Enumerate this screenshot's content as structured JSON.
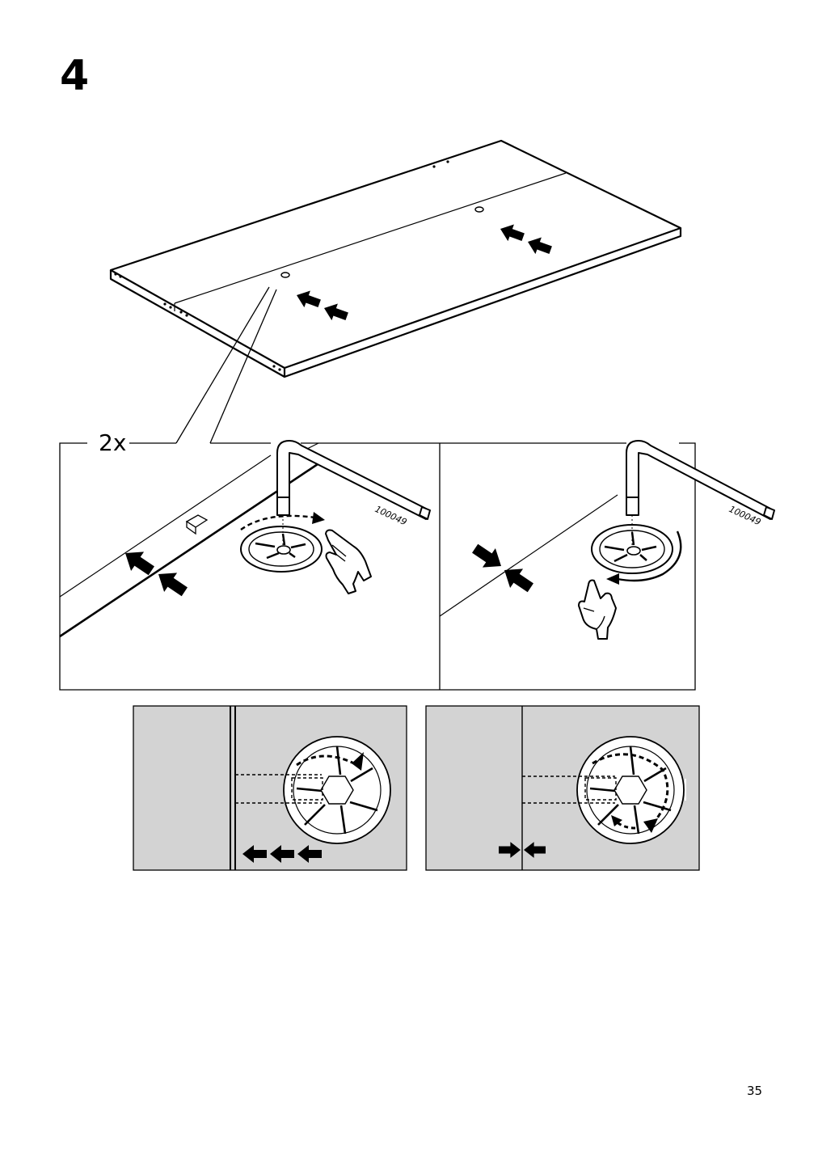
{
  "page": {
    "step_number": "4",
    "page_number": "35"
  },
  "detail": {
    "quantity": "2x",
    "part_number_left": "100049",
    "part_number_right": "100049"
  },
  "colors": {
    "ink": "#000000",
    "panel_background": "#d3d3d3",
    "paper": "#ffffff"
  },
  "icons": [
    "tabletop",
    "push-arrow",
    "allen-key",
    "cam-lock",
    "hand-pointer",
    "rotate-arrow",
    "lock-arrow"
  ]
}
